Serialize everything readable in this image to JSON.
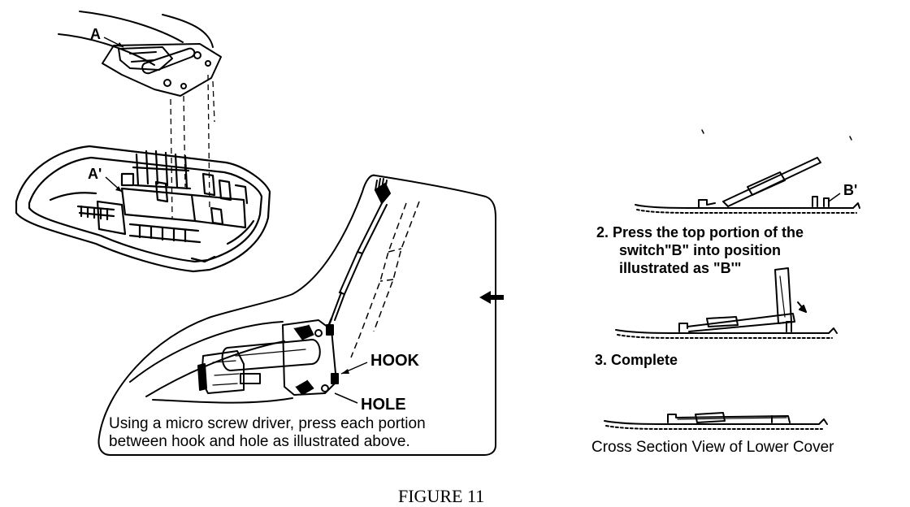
{
  "labels": {
    "a": "A",
    "a_prime": "A'",
    "b_prime": "B'",
    "hook": "HOOK",
    "hole": "HOLE"
  },
  "instructions": {
    "using_line1": "Using a micro screw driver, press each portion",
    "using_line2": "between hook and hole as illustrated above.",
    "step2_line1": "2. Press the top portion of the",
    "step2_line2": "switch\"B\" into position",
    "step2_line3": "illustrated as \"B'\"",
    "step3": "3. Complete",
    "cross_section": "Cross Section View of Lower Cover"
  },
  "figure_caption": "FIGURE 11"
}
